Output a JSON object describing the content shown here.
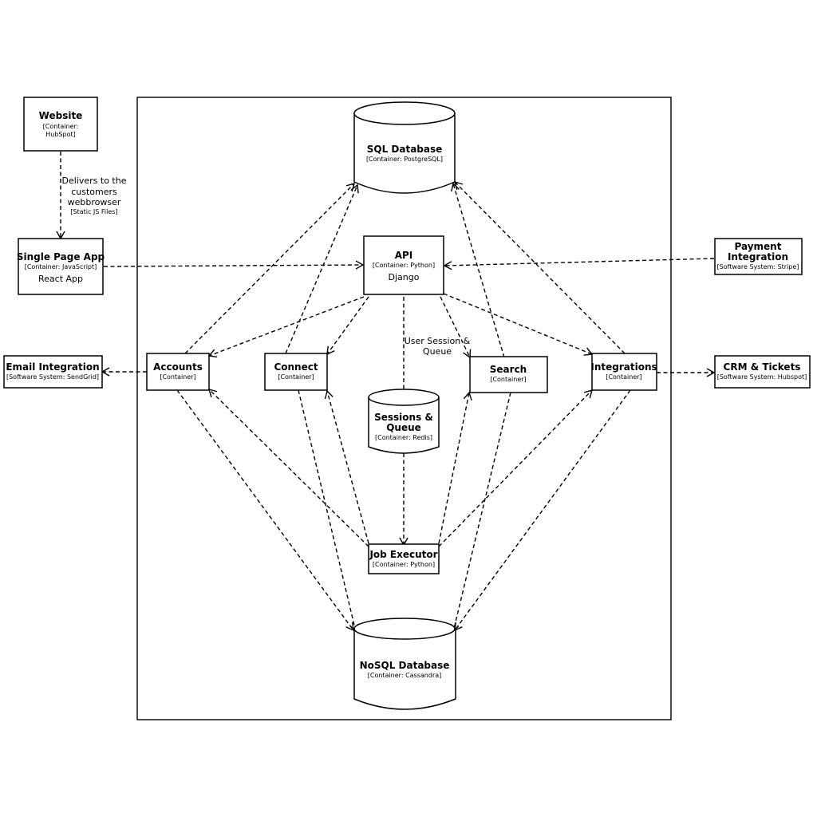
{
  "nodes": {
    "website": {
      "title": "Website",
      "tech_lines": [
        "[Container:",
        "HubSpot]"
      ]
    },
    "spa": {
      "title": "Single Page App",
      "tech_lines": [
        "[Container: JavaScript]"
      ],
      "desc": "React App"
    },
    "api": {
      "title": "API",
      "tech_lines": [
        "[Container: Python]"
      ],
      "desc": "Django"
    },
    "payment": {
      "title_lines": [
        "Payment",
        "Integration"
      ],
      "tech_lines": [
        "[Software System: Stripe]"
      ]
    },
    "email": {
      "title": "Email Integration",
      "tech_lines": [
        "[Software System: SendGrid]"
      ]
    },
    "accounts": {
      "title": "Accounts",
      "tech_lines": [
        "[Container]"
      ]
    },
    "connect": {
      "title": "Connect",
      "tech_lines": [
        "[Container]"
      ]
    },
    "search": {
      "title": "Search",
      "tech_lines": [
        "[Container]"
      ]
    },
    "integrations": {
      "title": "Integrations",
      "tech_lines": [
        "[Container]"
      ]
    },
    "crm": {
      "title": "CRM & Tickets",
      "tech_lines": [
        "[Software System: Hubspot]"
      ]
    },
    "sql": {
      "title": "SQL Database",
      "tech_lines": [
        "[Container: PostgreSQL]"
      ]
    },
    "sessions": {
      "title_lines": [
        "Sessions &",
        "Queue"
      ],
      "tech_lines": [
        "[Container: Redis]"
      ]
    },
    "job": {
      "title": "Job Executor",
      "tech_lines": [
        "[Container: Python]"
      ]
    },
    "nosql": {
      "title": "NoSQL Database",
      "tech_lines": [
        "[Container: Cassandra]"
      ]
    }
  },
  "edge_labels": {
    "website_spa": {
      "lines": [
        "Delivers to the",
        "customers",
        "webbrowser"
      ],
      "tech": "[Static JS Files]"
    },
    "api_sessions": {
      "lines": [
        "User Session &",
        "Queue"
      ]
    }
  }
}
